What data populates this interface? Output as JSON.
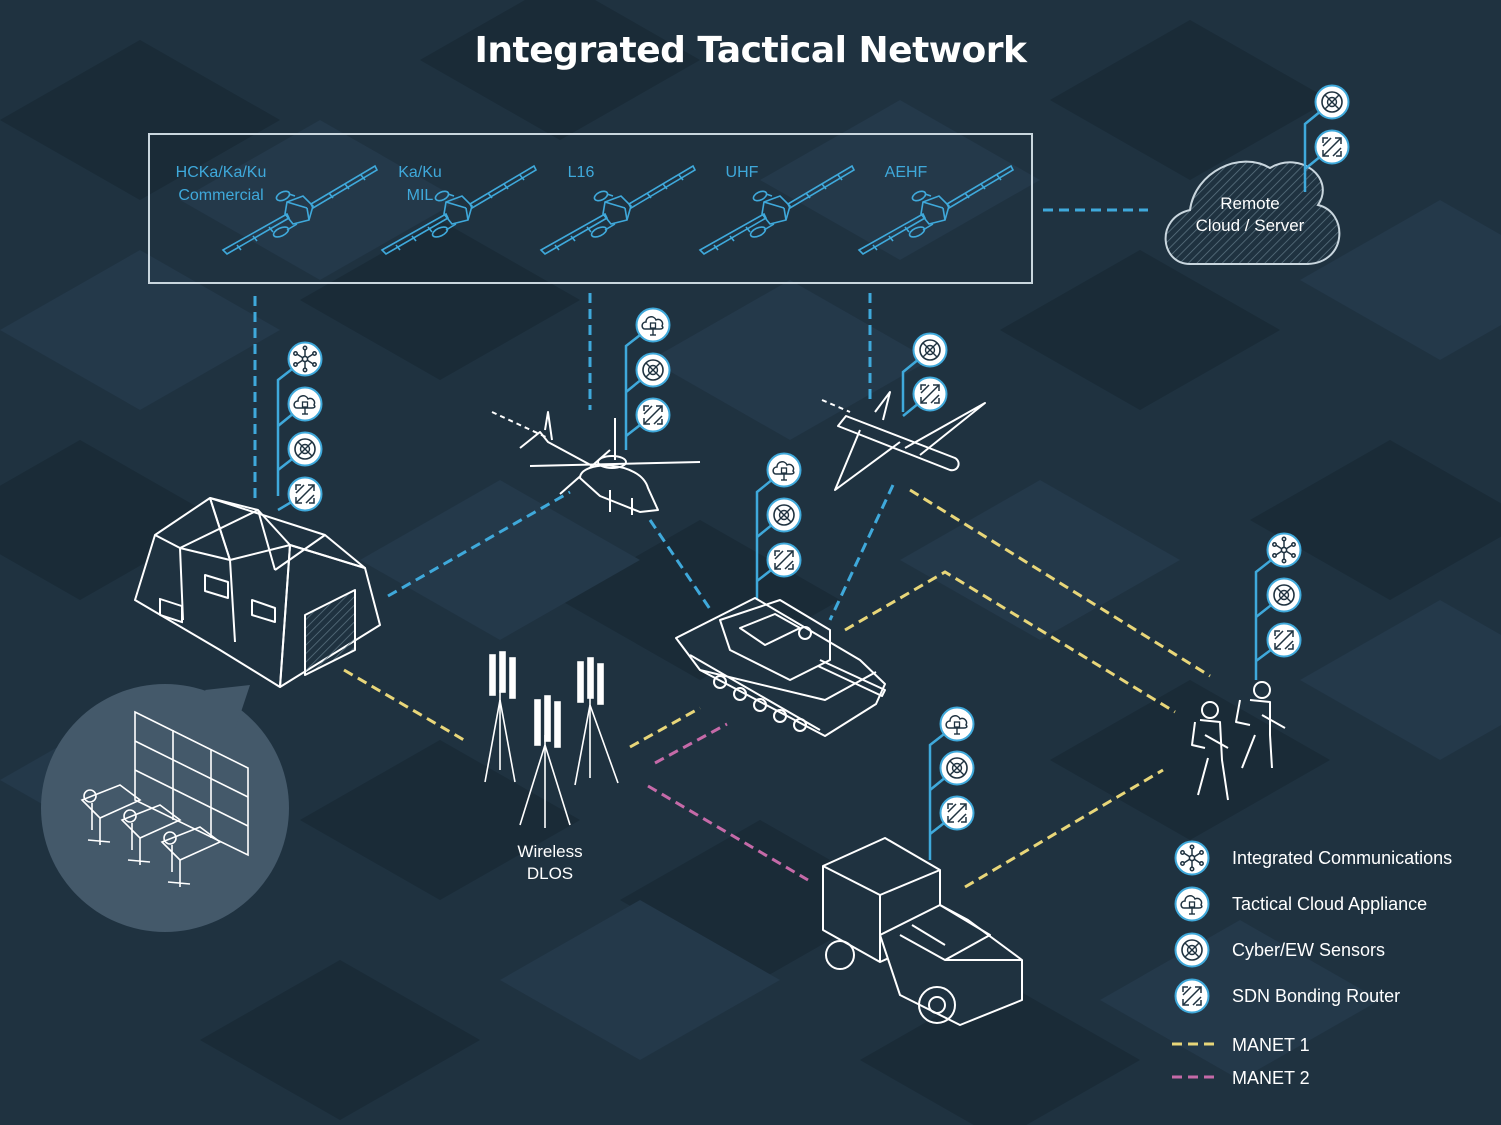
{
  "title": "Integrated Tactical Network",
  "satellites": [
    {
      "label": "HCKa/Ka/Ku\nCommercial"
    },
    {
      "label": "Ka/Ku\nMIL"
    },
    {
      "label": "L16"
    },
    {
      "label": "UHF"
    },
    {
      "label": "AEHF"
    }
  ],
  "cloud": {
    "label": "Remote\nCloud / Server"
  },
  "tower": {
    "label": "Wireless\nDLOS"
  },
  "legend": {
    "integrated": "Integrated Communications",
    "cloud": "Tactical Cloud Appliance",
    "cyber": "Cyber/EW Sensors",
    "sdn": "SDN Bonding Router",
    "manet1": "MANET 1",
    "manet2": "MANET 2"
  },
  "colors": {
    "background": "#1f3240",
    "accent_blue": "#3fa9db",
    "manet1": "#e8d679",
    "manet2": "#c56aa8"
  }
}
